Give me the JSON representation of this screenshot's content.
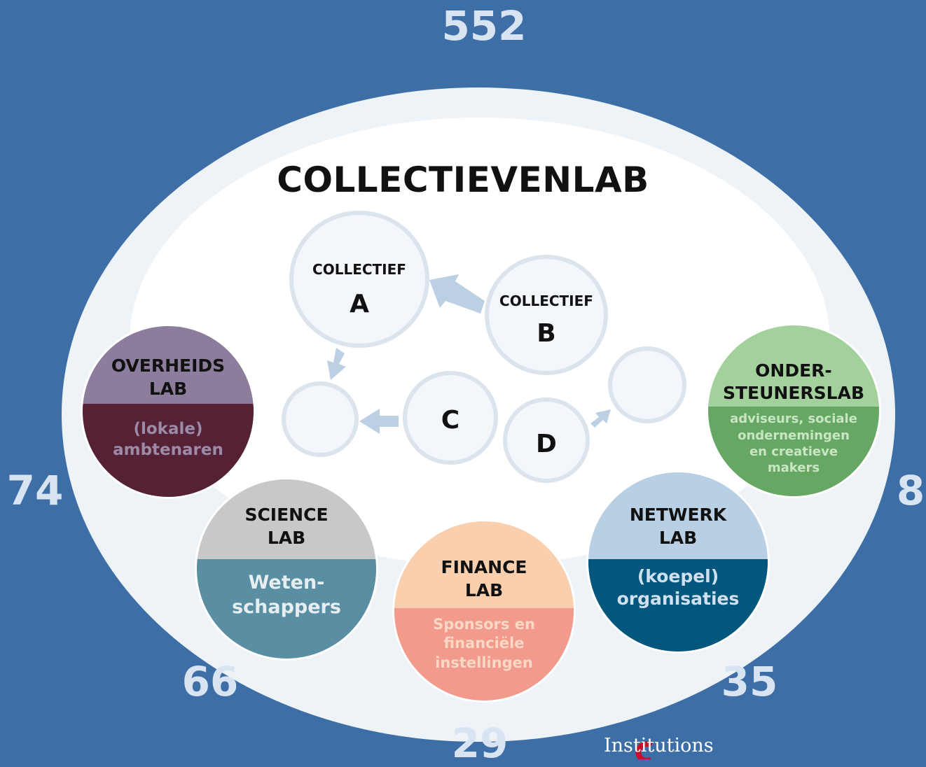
{
  "counts": {
    "top": "552",
    "left": "74",
    "right": "8",
    "bottom_left": "66",
    "bottom": "29",
    "bottom_right": "35"
  },
  "title": "COLLECTIEVENLAB",
  "collectives": {
    "a": {
      "label": "COLLECTIEF",
      "letter": "A"
    },
    "b": {
      "label": "COLLECTIEF",
      "letter": "B"
    },
    "c": {
      "letter": "C"
    },
    "d": {
      "letter": "D"
    }
  },
  "labs": {
    "overheid": {
      "title": "OVERHEIDS LAB",
      "subtitle": "(lokale) ambtenaren",
      "top_color": "#8d7d9c",
      "bottom_color": "#552235",
      "subtitle_color": "#9d8aa8"
    },
    "science": {
      "title": "SCIENCE LAB",
      "subtitle": "Weten- schappers",
      "top_color": "#c8c8c8",
      "bottom_color": "#5a8ea3",
      "subtitle_color": "#e6eef2"
    },
    "finance": {
      "title": "FINANCE LAB",
      "subtitle": "Sponsors en financiële instellingen",
      "top_color": "#f9cfae",
      "bottom_color": "#f29b8c",
      "subtitle_color": "#fbd7c6"
    },
    "netwerk": {
      "title": "NETWERK LAB",
      "subtitle": "(koepel) organisaties",
      "top_color": "#b9cfe4",
      "bottom_color": "#03577c",
      "subtitle_color": "#cfe0ef"
    },
    "ondersteuners": {
      "title": "ONDER- STEUNERSLAB",
      "subtitle": "adviseurs, sociale ondernemingen en creatieve makers",
      "top_color": "#a3d19c",
      "bottom_color": "#66a764",
      "subtitle_color": "#c8e6c2"
    }
  },
  "logo": {
    "text": "Institutions",
    "accent_color": "#c8102e"
  }
}
